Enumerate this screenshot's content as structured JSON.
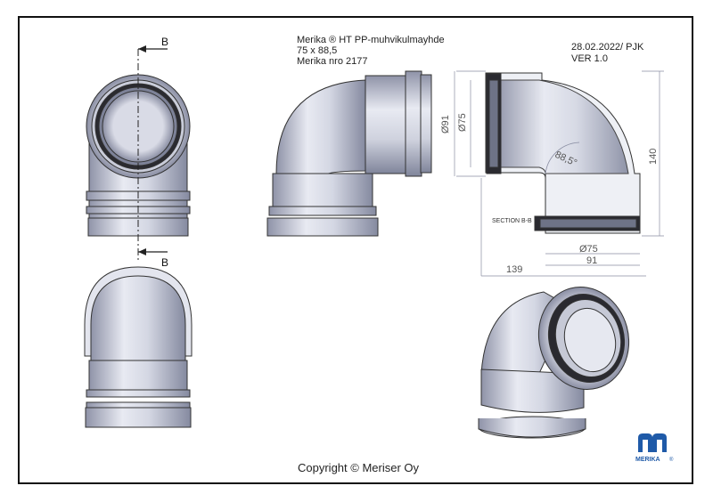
{
  "title_block": {
    "line1": "Merika ® HT PP-muhvikulmayhde",
    "line2": "75 x 88,5",
    "line3": "Merika nro  2177",
    "date": "28.02.2022/ PJK",
    "version": "VER 1.0"
  },
  "section": {
    "marker": "B",
    "label": "SECTION B-B"
  },
  "dimensions": {
    "d91": "Ø91",
    "d75_vertical": "Ø75",
    "angle": "88,5°",
    "height": "140",
    "d75_horizontal": "Ø75",
    "w91": "91",
    "w139": "139"
  },
  "logo": {
    "text": "MERIKA",
    "reg": "®",
    "color": "#1f5aa8"
  },
  "footer": {
    "copyright": "Copyright © Meriser Oy"
  }
}
